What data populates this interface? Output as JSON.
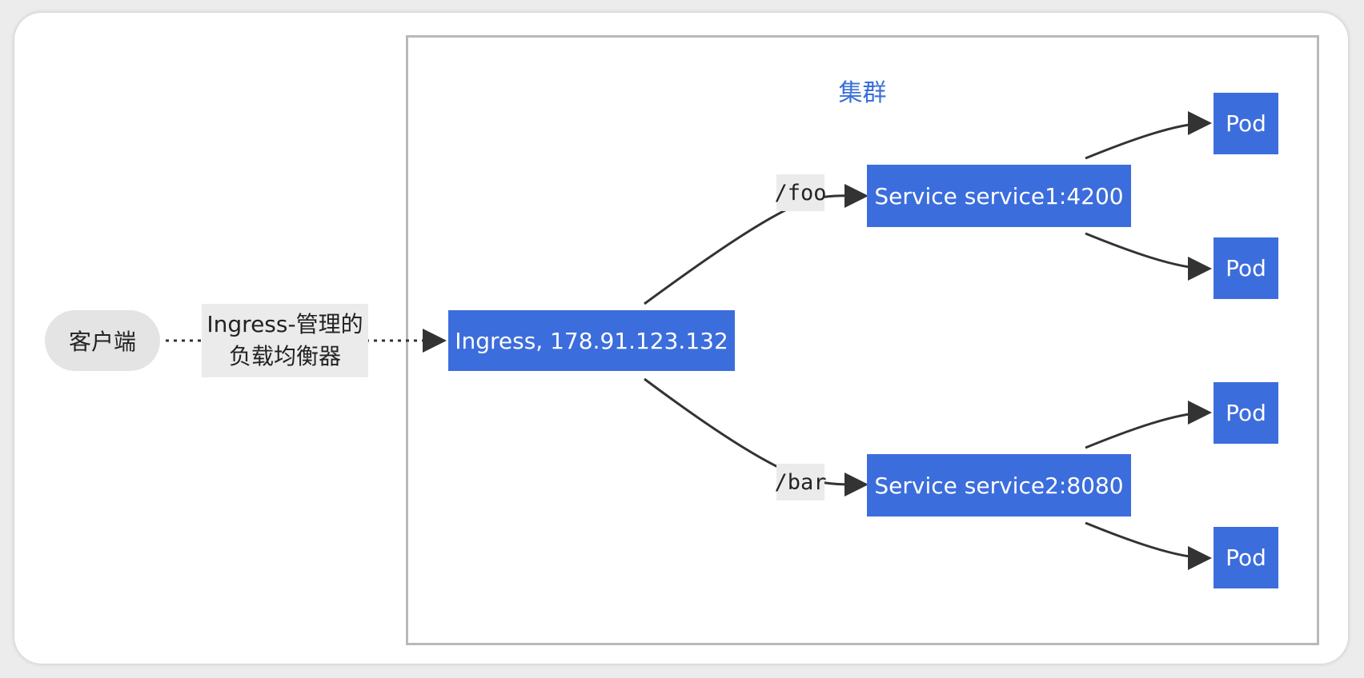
{
  "cluster": {
    "title": "集群"
  },
  "client": {
    "label": "客户端"
  },
  "load_balancer_edge": {
    "line1": "Ingress-管理的",
    "line2": "负载均衡器"
  },
  "ingress": {
    "label": "Ingress, 178.91.123.132"
  },
  "routes": [
    {
      "path": "/foo",
      "service": "Service service1:4200",
      "pods": [
        "Pod",
        "Pod"
      ]
    },
    {
      "path": "/bar",
      "service": "Service service2:8080",
      "pods": [
        "Pod",
        "Pod"
      ]
    }
  ],
  "colors": {
    "node_fill": "#3c6ddc",
    "cluster_title": "#3b6fd9",
    "edge": "#333333",
    "label_bg": "#ebebeb"
  }
}
